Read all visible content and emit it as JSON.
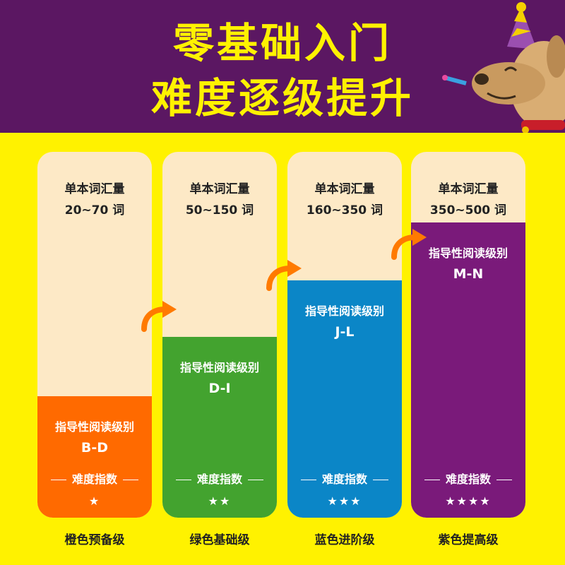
{
  "header": {
    "title_line1": "零基础入门",
    "title_line2": "难度逐级提升"
  },
  "columns": [
    {
      "vocab_label": "单本词汇量",
      "vocab_range": "20~70 词",
      "level_label": "指导性阅读级别",
      "level_value": "B-D",
      "difficulty_label": "难度指数",
      "stars": "★",
      "caption": "橙色预备级",
      "color": "#ff6a00"
    },
    {
      "vocab_label": "单本词汇量",
      "vocab_range": "50~150 词",
      "level_label": "指导性阅读级别",
      "level_value": "D-I",
      "difficulty_label": "难度指数",
      "stars": "★★",
      "caption": "绿色基础级",
      "color": "#43a32f"
    },
    {
      "vocab_label": "单本词汇量",
      "vocab_range": "160~350 词",
      "level_label": "指导性阅读级别",
      "level_value": "J-L",
      "difficulty_label": "难度指数",
      "stars": "★★★",
      "caption": "蓝色进阶级",
      "color": "#0b86c7"
    },
    {
      "vocab_label": "单本词汇量",
      "vocab_range": "350~500 词",
      "level_label": "指导性阅读级别",
      "level_value": "M-N",
      "difficulty_label": "难度指数",
      "stars": "★★★★",
      "caption": "紫色提高级",
      "color": "#7a1a7a"
    }
  ],
  "colors": {
    "background": "#fff200",
    "header": "#5b1762",
    "title": "#fff200",
    "card": "#fde9c6",
    "arrow": "#ff7a00"
  }
}
